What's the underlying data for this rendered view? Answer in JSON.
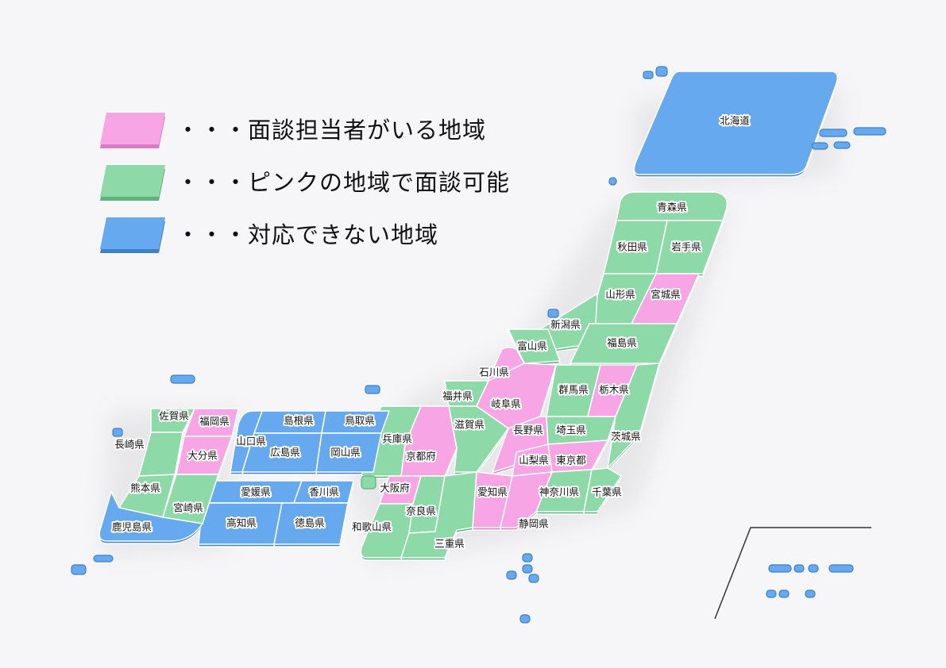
{
  "colors": {
    "pink": "#f8a5e6",
    "green": "#8ed9a8",
    "blue": "#67a9ef",
    "pink_shadow": "#d97cc4",
    "green_shadow": "#5fb07f",
    "blue_shadow": "#3f7fc8"
  },
  "legend": [
    {
      "color": "pink",
      "text": "・・・面談担当者がいる地域"
    },
    {
      "color": "green",
      "text": "・・・ピンクの地域で面談可能"
    },
    {
      "color": "blue",
      "text": "・・・対応できない地域"
    }
  ],
  "prefectures": {
    "hokkaido": {
      "name": "北海道",
      "color": "blue"
    },
    "aomori": {
      "name": "青森県",
      "color": "green"
    },
    "akita": {
      "name": "秋田県",
      "color": "green"
    },
    "iwate": {
      "name": "岩手県",
      "color": "green"
    },
    "yamagata": {
      "name": "山形県",
      "color": "green"
    },
    "miyagi": {
      "name": "宮城県",
      "color": "pink"
    },
    "niigata": {
      "name": "新潟県",
      "color": "green"
    },
    "fukushima": {
      "name": "福島県",
      "color": "green"
    },
    "toyama": {
      "name": "富山県",
      "color": "green"
    },
    "ishikawa": {
      "name": "石川県",
      "color": "pink"
    },
    "gunma": {
      "name": "群馬県",
      "color": "green"
    },
    "tochigi": {
      "name": "栃木県",
      "color": "pink"
    },
    "fukui": {
      "name": "福井県",
      "color": "green"
    },
    "gifu": {
      "name": "岐阜県",
      "color": "pink"
    },
    "nagano": {
      "name": "長野県",
      "color": "pink"
    },
    "saitama": {
      "name": "埼玉県",
      "color": "green"
    },
    "ibaraki": {
      "name": "茨城県",
      "color": "green"
    },
    "shiga": {
      "name": "滋賀県",
      "color": "green"
    },
    "kyoto": {
      "name": "京都府",
      "color": "pink"
    },
    "hyogo": {
      "name": "兵庫県",
      "color": "green"
    },
    "yamanashi": {
      "name": "山梨県",
      "color": "pink"
    },
    "tokyo": {
      "name": "東京都",
      "color": "pink"
    },
    "osaka": {
      "name": "大阪府",
      "color": "pink"
    },
    "aichi": {
      "name": "愛知県",
      "color": "pink"
    },
    "kanagawa": {
      "name": "神奈川県",
      "color": "green"
    },
    "chiba": {
      "name": "千葉県",
      "color": "green"
    },
    "nara": {
      "name": "奈良県",
      "color": "green"
    },
    "wakayama": {
      "name": "和歌山県",
      "color": "green"
    },
    "shizuoka": {
      "name": "静岡県",
      "color": "pink"
    },
    "mie": {
      "name": "三重県",
      "color": "green"
    },
    "shimane": {
      "name": "島根県",
      "color": "blue"
    },
    "tottori": {
      "name": "鳥取県",
      "color": "blue"
    },
    "yamaguchi": {
      "name": "山口県",
      "color": "blue"
    },
    "hiroshima": {
      "name": "広島県",
      "color": "blue"
    },
    "okayama": {
      "name": "岡山県",
      "color": "blue"
    },
    "ehime": {
      "name": "愛媛県",
      "color": "blue"
    },
    "kagawa": {
      "name": "香川県",
      "color": "blue"
    },
    "kochi": {
      "name": "高知県",
      "color": "blue"
    },
    "tokushima": {
      "name": "徳島県",
      "color": "blue"
    },
    "saga": {
      "name": "佐賀県",
      "color": "green"
    },
    "fukuoka": {
      "name": "福岡県",
      "color": "pink"
    },
    "nagasaki": {
      "name": "長崎県",
      "color": "green"
    },
    "oita": {
      "name": "大分県",
      "color": "pink"
    },
    "kumamoto": {
      "name": "熊本県",
      "color": "green"
    },
    "miyazaki": {
      "name": "宮崎県",
      "color": "green"
    },
    "kagoshima": {
      "name": "鹿児島県",
      "color": "blue"
    }
  }
}
